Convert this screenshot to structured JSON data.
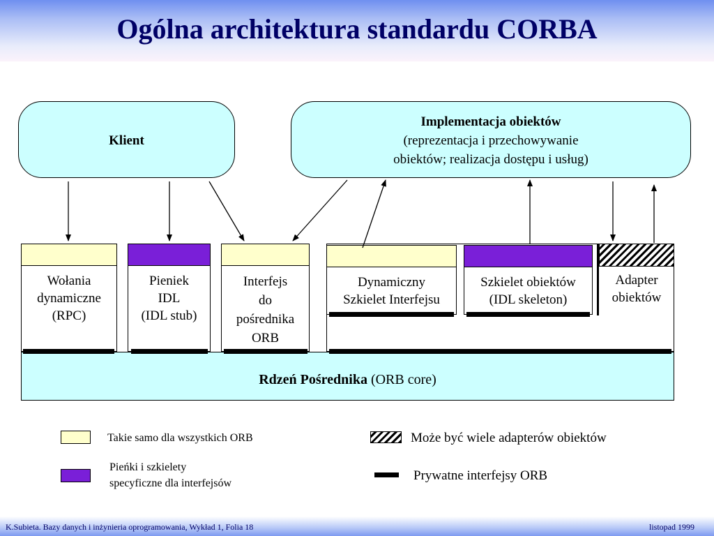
{
  "header": {
    "title": "Ogólna architektura standardu CORBA"
  },
  "top": {
    "client": {
      "label": "Klient"
    },
    "impl": {
      "title": "Implementacja obiektów",
      "line1": "(reprezentacja i przechowywanie",
      "line2": "obiektów; realizacja dostępu i usług)"
    }
  },
  "components": {
    "rpc": [
      "Wołania",
      "dynamiczne",
      "(RPC)"
    ],
    "stub": [
      "Pieniek",
      "IDL",
      "(IDL stub)"
    ],
    "iface": [
      "Interfejs",
      "do",
      "pośrednika",
      "ORB"
    ],
    "dsi": [
      "Dynamiczny",
      "Szkielet Interfejsu"
    ],
    "skel": [
      "Szkielet obiektów",
      "(IDL skeleton)"
    ],
    "adapter": [
      "Adapter",
      "obiektów"
    ]
  },
  "core": {
    "bold": "Rdzeń Pośrednika",
    "normal": " (ORB core)"
  },
  "legend": {
    "same": "Takie samo dla wszystkich ORB",
    "specific1": "Pieńki i szkielety",
    "specific2": "specyficzne dla interfejsów",
    "multi": "Może być wiele adapterów obiektów",
    "private": "Prywatne interfejsy ORB"
  },
  "footer": {
    "left": "K.Subieta. Bazy danych i inżynieria oprogramowania, Wykład 1, Folia 18",
    "right": "listopad 1999"
  },
  "colors": {
    "cyan": "#ccffff",
    "yellow": "#ffffcc",
    "purple": "#7a1fd8",
    "title": "#000066"
  }
}
